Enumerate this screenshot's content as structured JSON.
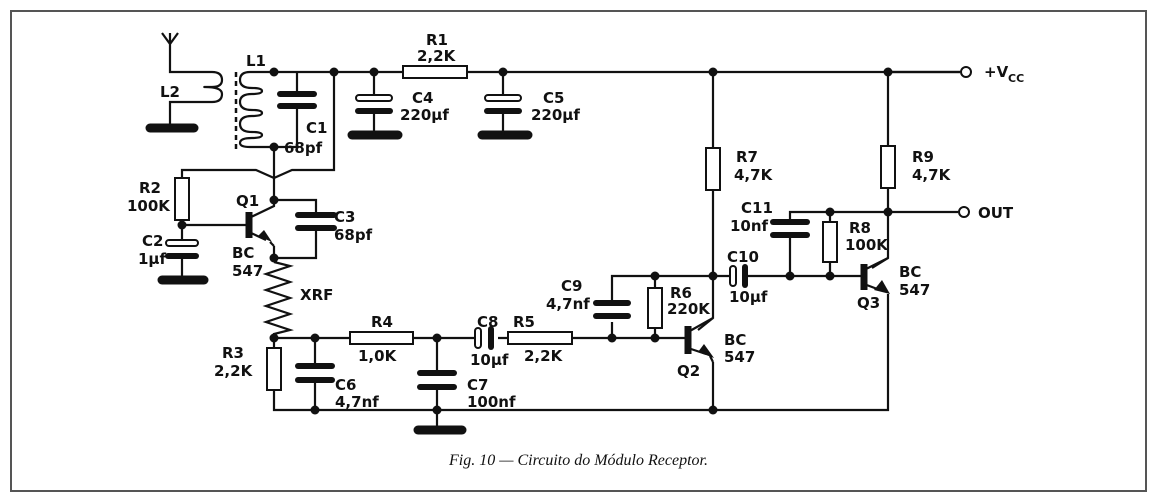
{
  "figure": {
    "caption": "Fig. 10 — Circuito do Módulo Receptor."
  },
  "terminals": {
    "vcc": "+V",
    "vcc_sub": "CC",
    "out": "OUT"
  },
  "components": {
    "L1": {
      "ref": "L1"
    },
    "L2": {
      "ref": "L2"
    },
    "XRF": {
      "ref": "XRF"
    },
    "R1": {
      "ref": "R1",
      "value": "2,2K"
    },
    "R2": {
      "ref": "R2",
      "value": "100K"
    },
    "R3": {
      "ref": "R3",
      "value": "2,2K"
    },
    "R4": {
      "ref": "R4",
      "value": "1,0K"
    },
    "R5": {
      "ref": "R5",
      "value": "2,2K"
    },
    "R6": {
      "ref": "R6",
      "value": "220K"
    },
    "R7": {
      "ref": "R7",
      "value": "4,7K"
    },
    "R8": {
      "ref": "R8",
      "value": "100K"
    },
    "R9": {
      "ref": "R9",
      "value": "4,7K"
    },
    "C1": {
      "ref": "C1",
      "value": "68pf"
    },
    "C2": {
      "ref": "C2",
      "value": "1µf"
    },
    "C3": {
      "ref": "C3",
      "value": "68pf"
    },
    "C4": {
      "ref": "C4",
      "value": "220µf"
    },
    "C5": {
      "ref": "C5",
      "value": "220µf"
    },
    "C6": {
      "ref": "C6",
      "value": "4,7nf"
    },
    "C7": {
      "ref": "C7",
      "value": "100nf"
    },
    "C8": {
      "ref": "C8",
      "value": "10µf"
    },
    "C9": {
      "ref": "C9",
      "value": "4,7nf"
    },
    "C10": {
      "ref": "C10",
      "value": "10µf"
    },
    "C11": {
      "ref": "C11",
      "value": "10nf"
    },
    "Q1": {
      "ref": "Q1",
      "type": "BC",
      "num": "547"
    },
    "Q2": {
      "ref": "Q2",
      "type": "BC",
      "num": "547"
    },
    "Q3": {
      "ref": "Q3",
      "type": "BC",
      "num": "547"
    }
  }
}
